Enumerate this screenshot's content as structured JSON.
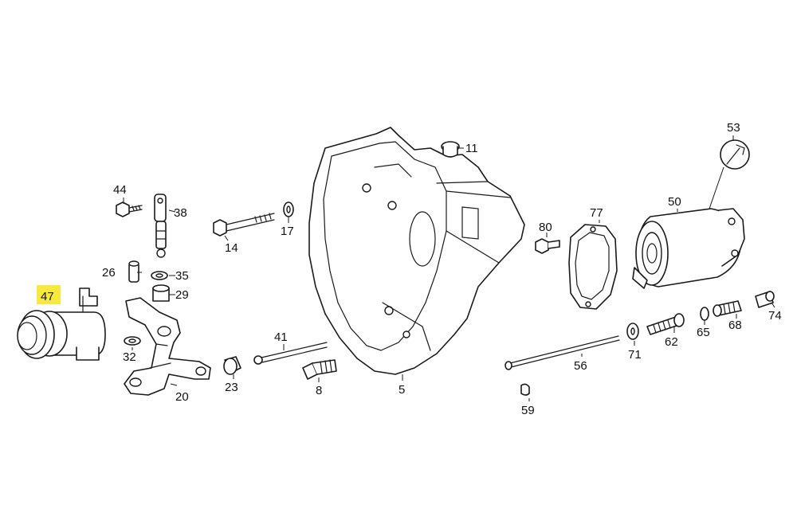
{
  "highlight_color": "#f7ea3a",
  "line_color": "#1a1a1a",
  "highlighted_part": "47",
  "labels": {
    "p5": "5",
    "p8": "8",
    "p11": "11",
    "p14": "14",
    "p17": "17",
    "p20": "20",
    "p23": "23",
    "p26": "26",
    "p29": "29",
    "p32": "32",
    "p35": "35",
    "p38": "38",
    "p41": "41",
    "p44": "44",
    "p47": "47",
    "p50": "50",
    "p53": "53",
    "p56": "56",
    "p59": "59",
    "p62": "62",
    "p65": "65",
    "p68": "68",
    "p71": "71",
    "p74": "74",
    "p77": "77",
    "p80": "80"
  }
}
